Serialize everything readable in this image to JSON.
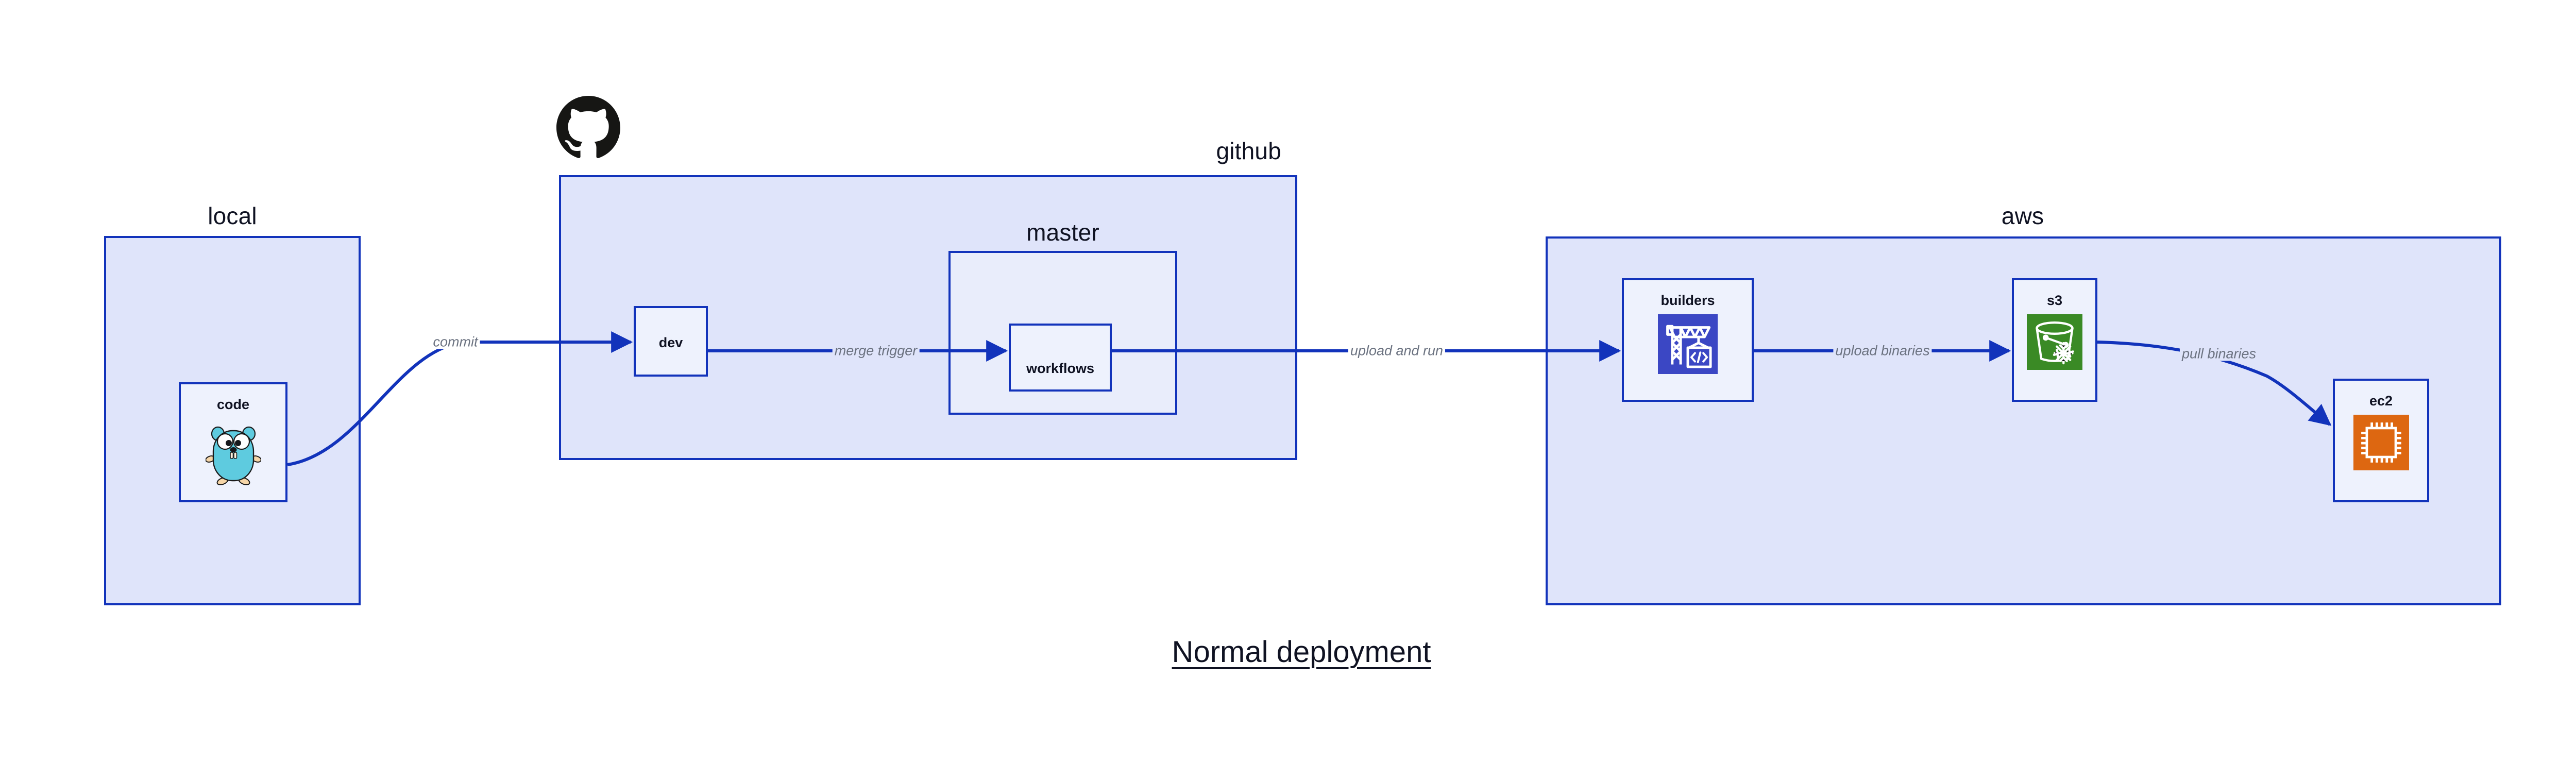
{
  "diagram": {
    "title": "Normal deployment",
    "colors": {
      "border": "#1233bb",
      "group_fill": "#dfe4fa",
      "subgroup_fill": "#e9edfb",
      "node_fill": "#eef2fd",
      "label_text": "#0f1222",
      "edge_label_text": "#6b7280",
      "codebuild_blue": "#3b47c4",
      "s3_green": "#3a8a25",
      "ec2_orange": "#dd6711",
      "gopher_cyan": "#5ecbdf",
      "gopher_tan": "#f6d6a8",
      "octocat_black": "#161614"
    }
  },
  "groups": [
    {
      "id": "local",
      "label": "local"
    },
    {
      "id": "github",
      "label": "github"
    },
    {
      "id": "master",
      "label": "master"
    },
    {
      "id": "aws",
      "label": "aws"
    }
  ],
  "nodes": [
    {
      "id": "code",
      "label": "code",
      "icon": "go-gopher-icon",
      "group": "local"
    },
    {
      "id": "dev",
      "label": "dev",
      "icon": null,
      "group": "github"
    },
    {
      "id": "workflows",
      "label": "workflows",
      "icon": null,
      "group": "master"
    },
    {
      "id": "builders",
      "label": "builders",
      "icon": "aws-codebuild-icon",
      "group": "aws"
    },
    {
      "id": "s3",
      "label": "s3",
      "icon": "aws-s3-bucket-icon",
      "group": "aws"
    },
    {
      "id": "ec2",
      "label": "ec2",
      "icon": "aws-ec2-chip-icon",
      "group": "aws"
    }
  ],
  "edges": [
    {
      "id": "commit",
      "label": "commit",
      "from": "code",
      "to": "dev"
    },
    {
      "id": "merge-trigger",
      "label": "merge trigger",
      "from": "dev",
      "to": "workflows"
    },
    {
      "id": "upload-and-run",
      "label": "upload and run",
      "from": "workflows",
      "to": "builders"
    },
    {
      "id": "upload-binaries",
      "label": "upload binaries",
      "from": "builders",
      "to": "s3"
    },
    {
      "id": "pull-binaries",
      "label": "pull binaries",
      "from": "s3",
      "to": "ec2"
    }
  ],
  "logos": [
    {
      "id": "github-logo",
      "name": "github-octocat-icon"
    }
  ]
}
